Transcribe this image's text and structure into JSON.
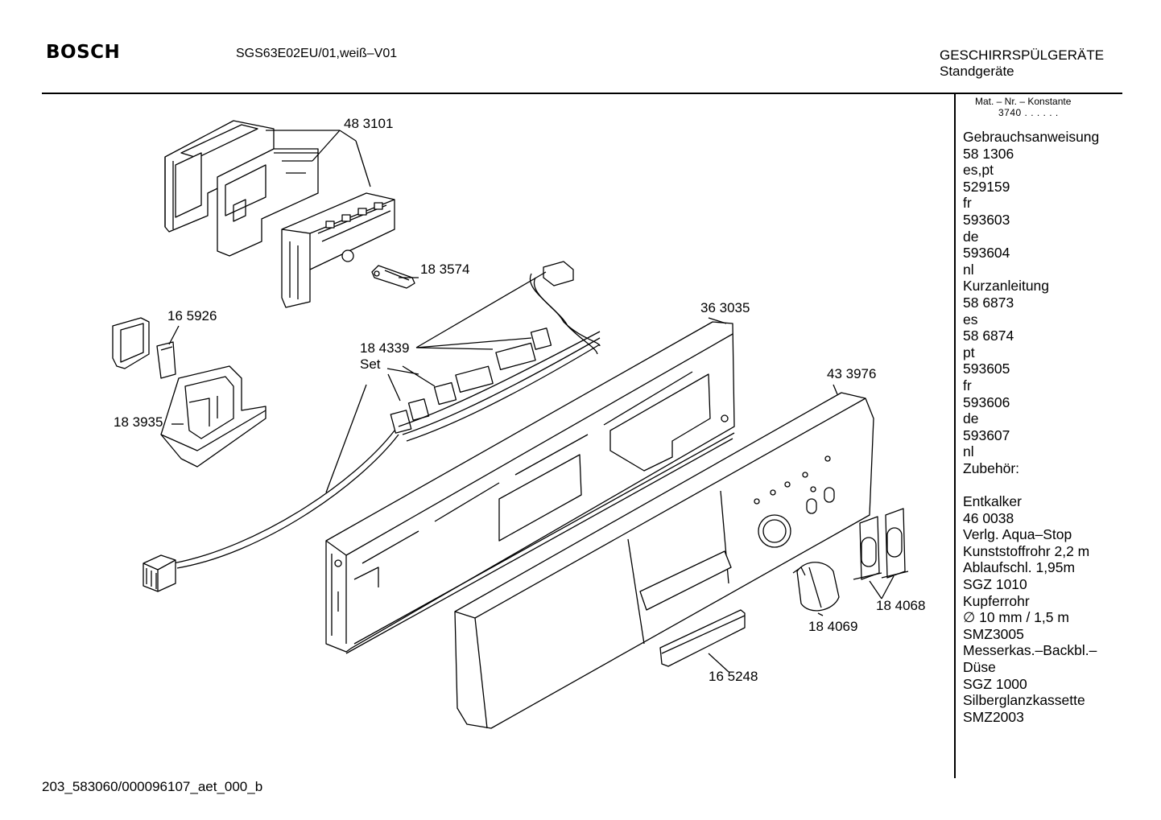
{
  "header": {
    "brand": "BOSCH",
    "model": "SGS63E02EU/01,weiß–V01",
    "category_line1": "GESCHIRRSPÜLGERÄTE",
    "category_line2": "Standgeräte"
  },
  "sidebar": {
    "mat_label": "Mat. – Nr. – Konstante",
    "mat_code": "3740 . . . . . .",
    "items": [
      "Gebrauchsanweisung",
      "58 1306",
      "es,pt",
      "529159",
      "fr",
      "593603",
      "de",
      "593604",
      "nl",
      "Kurzanleitung",
      "58 6873",
      "es",
      "58 6874",
      "pt",
      "593605",
      "fr",
      "593606",
      "de",
      "593607",
      "nl",
      "Zubehör:",
      "",
      "Entkalker",
      "46 0038",
      "Verlg. Aqua–Stop",
      "Kunststoffrohr 2,2 m",
      "Ablaufschl. 1,95m",
      "SGZ 1010",
      "Kupferrohr",
      "∅ 10 mm / 1,5 m",
      "SMZ3005",
      "Messerkas.–Backbl.–",
      "Düse",
      "SGZ 1000",
      "Silberglanzkassette",
      "SMZ2003"
    ]
  },
  "callouts": {
    "p483101": "48 3101",
    "p183574": "18 3574",
    "p165926": "16 5926",
    "p183935": "18 3935",
    "p184339": "18 4339",
    "p184339_set": "Set",
    "p363035": "36 3035",
    "p433976": "43 3976",
    "p184068": "18 4068",
    "p184069": "18 4069",
    "p165248": "16 5248"
  },
  "footer": {
    "drawing_id": "203_583060/000096107_aet_000_b"
  }
}
